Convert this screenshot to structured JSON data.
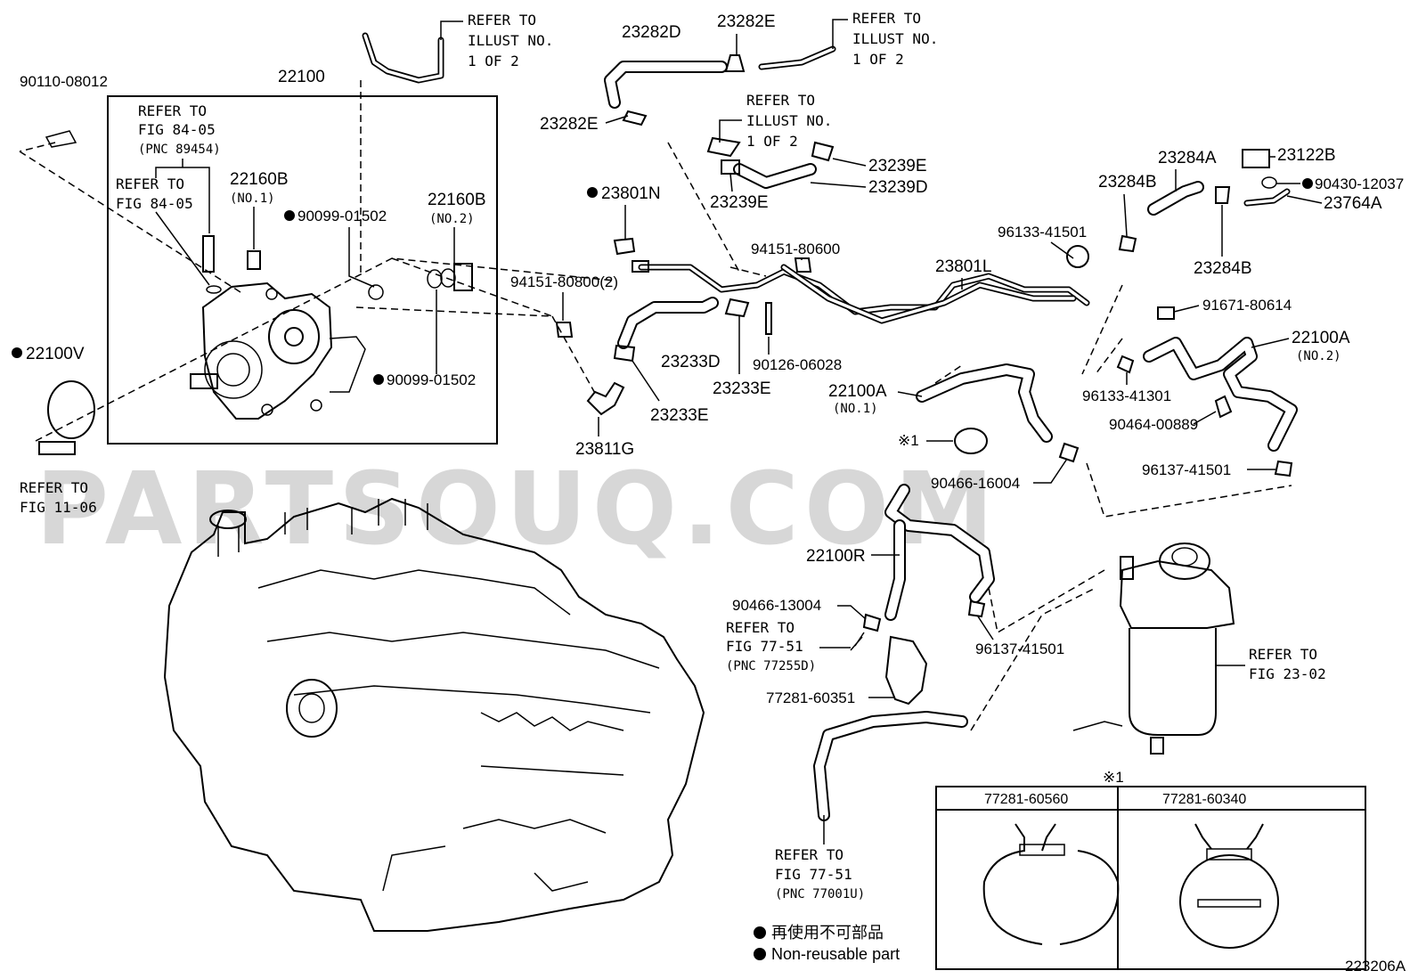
{
  "watermark": "PARTSOUQ.COM",
  "figure_code": "223206A",
  "legend": {
    "jp": "再使用不可部品",
    "en": "Non-reusable part"
  },
  "table": {
    "mark": "※1",
    "col1": "77281-60560",
    "col2": "77281-60340"
  },
  "labels": {
    "p90110": "90110-08012",
    "p22100": "22100",
    "p22100V": "22100V",
    "refer_11_06_a": "REFER TO",
    "refer_11_06_b": "FIG 11-06",
    "refer_84_05_a1": "REFER TO",
    "refer_84_05_a2": "FIG 84-05",
    "refer_84_05_a3": "(PNC 89454)",
    "refer_84_05_b1": "REFER TO",
    "refer_84_05_b2": "FIG 84-05",
    "p22160B_1": "22160B",
    "p22160B_1n": "(NO.1)",
    "p22160B_2": "22160B",
    "p22160B_2n": "(NO.2)",
    "p90099a": "90099-01502",
    "p90099b": "90099-01502",
    "illust1_a": "REFER TO",
    "illust1_b": "ILLUST NO.",
    "illust1_c": "1 OF 2",
    "p23282D": "23282D",
    "p23282E_top": "23282E",
    "p23282E_left": "23282E",
    "illust2_a": "REFER TO",
    "illust2_b": "ILLUST NO.",
    "illust2_c": "1 OF 2",
    "illust3_a": "REFER TO",
    "illust3_b": "ILLUST NO.",
    "illust3_c": "1 OF 2",
    "p23239E_a": "23239E",
    "p23239D": "23239D",
    "p23239E_b": "23239E",
    "p23801N": "23801N",
    "p94151_600": "94151-80600",
    "p94151_800": "94151-80800(2)",
    "p23801L": "23801L",
    "p23233D": "23233D",
    "p23233E_a": "23233E",
    "p23233E_b": "23233E",
    "p90126": "90126-06028",
    "p23811G": "23811G",
    "p23284A": "23284A",
    "p23122B": "23122B",
    "p90430": "90430-12037",
    "p23764A": "23764A",
    "p23284B_a": "23284B",
    "p23284B_b": "23284B",
    "p96133_501": "96133-41501",
    "p91671": "91671-80614",
    "p22100A_2": "22100A",
    "p22100A_2n": "(NO.2)",
    "p96133_301": "96133-41301",
    "p90464": "90464-00889",
    "p22100A_1": "22100A",
    "p22100A_1n": "(NO.1)",
    "mark1": "※1",
    "p90466_16": "90466-16004",
    "p96137_a": "96137-41501",
    "p22100R": "22100R",
    "p90466_13": "90466-13004",
    "refer_77_51_a1": "REFER TO",
    "refer_77_51_a2": "FIG 77-51",
    "refer_77_51_a3": "(PNC 77255D)",
    "p96137_b": "96137-41501",
    "p77281": "77281-60351",
    "refer_23_02_a": "REFER TO",
    "refer_23_02_b": "FIG 23-02",
    "refer_77_51_b1": "REFER TO",
    "refer_77_51_b2": "FIG 77-51",
    "refer_77_51_b3": "(PNC 77001U)"
  }
}
